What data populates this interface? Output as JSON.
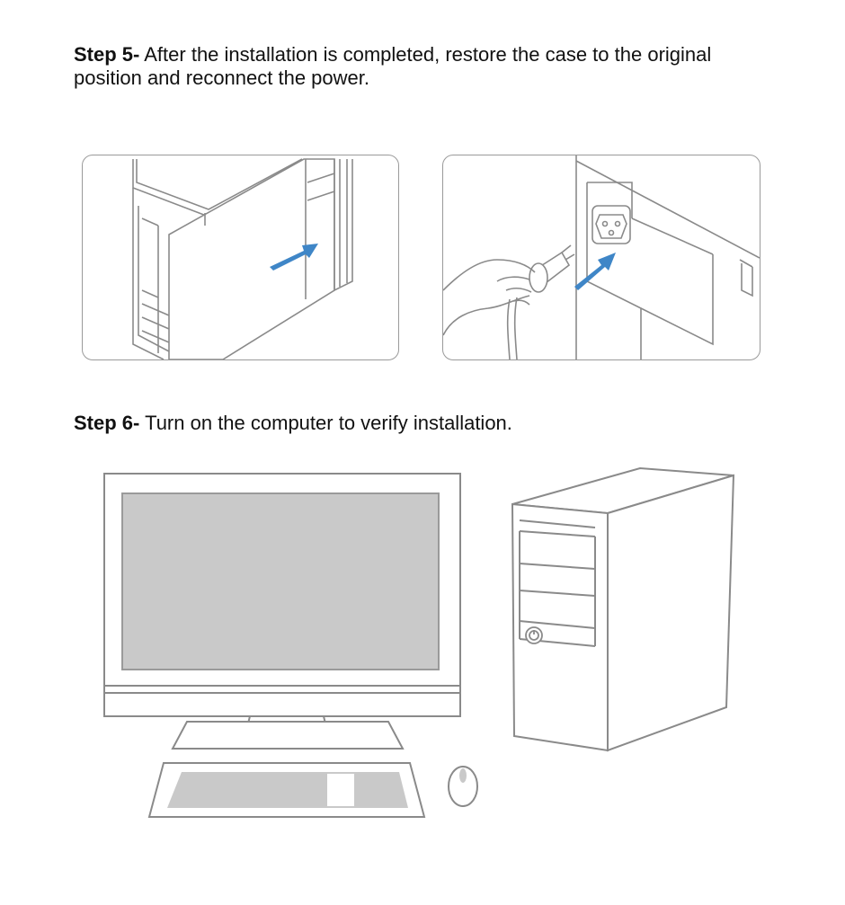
{
  "step5": {
    "label": "Step 5-",
    "text": " After the installation is completed, restore the case to the original position and reconnect the power."
  },
  "step6": {
    "label": "Step 6-",
    "text": " Turn on the computer to verify installation."
  },
  "colors": {
    "arrow": "#3f86c7",
    "line": "#8a8a8a",
    "screen": "#c9c9c9",
    "panel_border": "#9a9a9a"
  },
  "icons": [
    "arrow-icon",
    "power-plug-icon",
    "power-socket-icon",
    "power-button-icon"
  ]
}
